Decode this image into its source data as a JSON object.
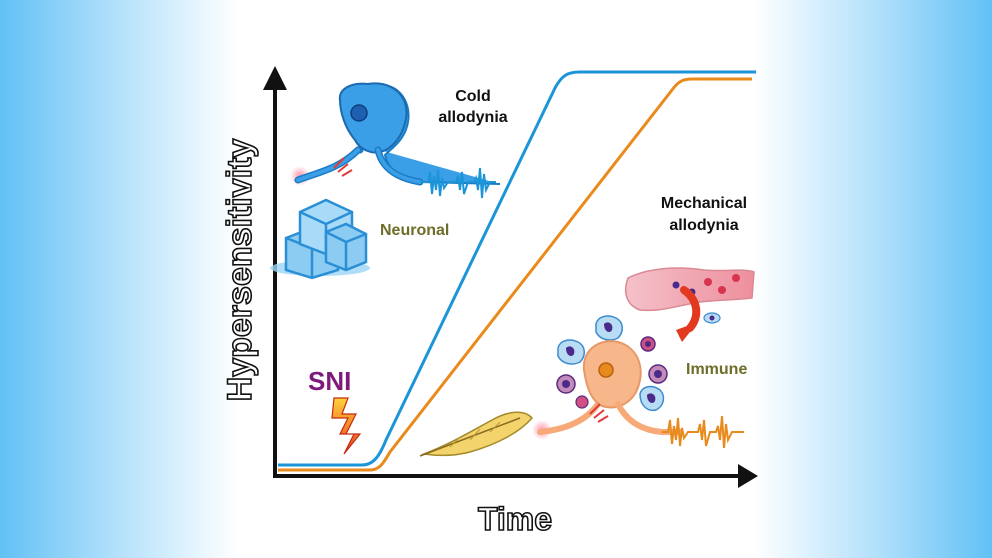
{
  "axes": {
    "y_label": "Hypersensitivity",
    "x_label": "Time"
  },
  "labels": {
    "cold_line1": "Cold",
    "cold_line2": "allodynia",
    "mech_line1": "Mechanical",
    "mech_line2": "allodynia",
    "neuronal": "Neuronal",
    "immune": "Immune",
    "injury": "SNI"
  },
  "colors": {
    "background_edge": "#62c1f5",
    "cold_curve": "#1b95d8",
    "mechanical_curve": "#e98a1c",
    "neuronal_label": "#6e6e2a",
    "immune_label": "#6e6e2a",
    "injury_label": "#7e1a7c",
    "lightning": "#f04a2a",
    "cold_neuron": "#3a9fe6",
    "mech_neuron": "#f7a978"
  },
  "icons": [
    "cold-neuron-icon",
    "ice-cubes-icon",
    "lightning-icon",
    "feather-icon",
    "blood-vessel-icon",
    "immune-cell-icon",
    "mech-neuron-icon",
    "recruitment-arrow-icon"
  ]
}
